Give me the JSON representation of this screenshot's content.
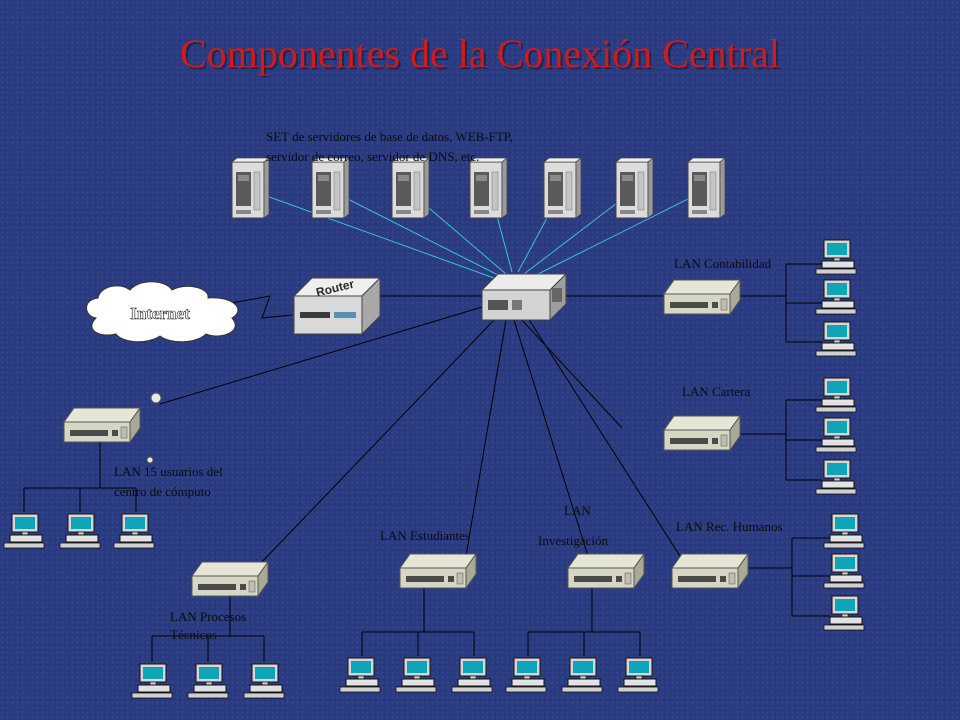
{
  "title": "Componentes de la Conexión Central",
  "labels": {
    "servers_line1": "SET de servidores de base de datos, WEB-FTP,",
    "servers_line2": "servidor de correo, servidor de DNS, etc.",
    "internet": "Internet",
    "router": "Router",
    "lan_contabilidad": "LAN Contabilidad",
    "lan_cartera": "LAN Cartera",
    "lan_computo_line1": "LAN 15 usuarios del",
    "lan_computo_line2": "centro de cómputo",
    "lan_procesos_line1": "LAN Procesos",
    "lan_procesos_line2": "Técnicos",
    "lan_estudiantes": "LAN Estudiantes",
    "lan_investigacion_line1": "LAN",
    "lan_investigacion_line2": "Investigación",
    "lan_rrhh": "LAN Rec. Humanos"
  },
  "colors": {
    "background": "#2a3b82",
    "title": "#d21a1a",
    "server_link": "#39c3cf",
    "link": "#000000"
  }
}
